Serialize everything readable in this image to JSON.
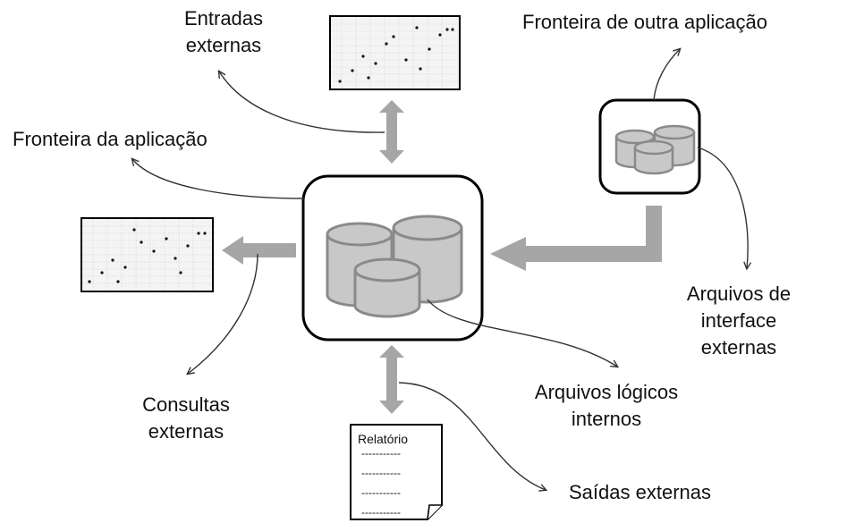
{
  "labels": {
    "entradas_externas": [
      "Entradas",
      "externas"
    ],
    "fronteira_outra": "Fronteira de outra aplicação",
    "fronteira_aplicacao": "Fronteira da aplicação",
    "arquivos_interface": [
      "Arquivos de",
      "interface",
      "externas"
    ],
    "arquivos_logicos": [
      "Arquivos lógicos",
      "internos"
    ],
    "consultas_externas": [
      "Consultas",
      "externas"
    ],
    "saidas_externas": "Saídas externas"
  },
  "report": {
    "title": "Relatório",
    "lines": [
      "-----------",
      "-----------",
      "-----------",
      "-----------"
    ]
  },
  "colors": {
    "arrow": "#a6a6a6",
    "cylinder_fill": "#c8c8c8",
    "cylinder_stroke": "#8a8a8a",
    "outline": "#000000"
  }
}
